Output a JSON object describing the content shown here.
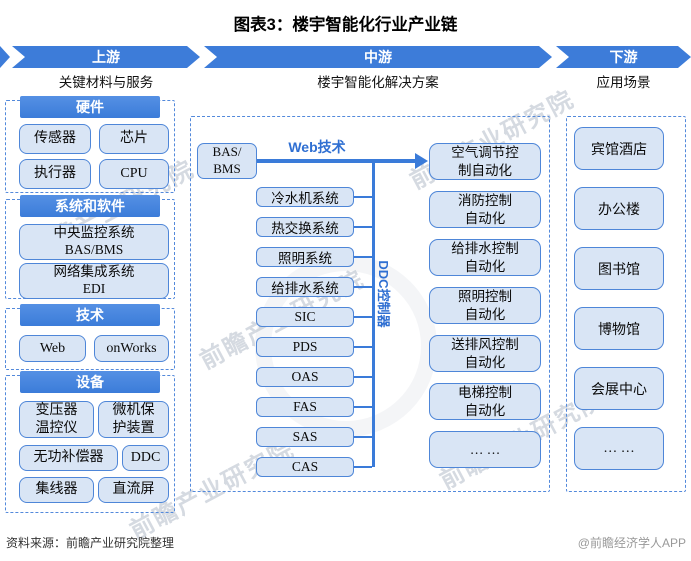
{
  "title": "图表3：楼宇智能化行业产业链",
  "banners": [
    {
      "label": "上游",
      "subtitle": "关键材料与服务"
    },
    {
      "label": "中游",
      "subtitle": "楼宇智能化解决方案"
    },
    {
      "label": "下游",
      "subtitle": "应用场景"
    }
  ],
  "upstream": {
    "sections": [
      {
        "header": "硬件",
        "items": [
          "传感器",
          "芯片",
          "执行器",
          "CPU"
        ]
      },
      {
        "header": "系统和软件",
        "items": [
          "中央监控系统\nBAS/BMS",
          "网络集成系统\nEDI"
        ]
      },
      {
        "header": "技术",
        "items": [
          "Web",
          "onWorks"
        ]
      },
      {
        "header": "设备",
        "items": [
          "变压器\n温控仪",
          "微机保\n护装置",
          "无功补偿器",
          "DDC",
          "集线器",
          "直流屏"
        ]
      }
    ]
  },
  "midstream": {
    "bas_label": "BAS/\nBMS",
    "web_tech_label": "Web技术",
    "ddc_controller_label": "DDC控制器",
    "systems": [
      "冷水机系统",
      "热交换系统",
      "照明系统",
      "给排水系统",
      "SIC",
      "PDS",
      "OAS",
      "FAS",
      "SAS",
      "CAS"
    ],
    "controls": [
      "空气调节控\n制自动化",
      "消防控制\n自动化",
      "给排水控制\n自动化",
      "照明控制\n自动化",
      "送排风控制\n自动化",
      "电梯控制\n自动化",
      "… …"
    ]
  },
  "downstream": {
    "scenes": [
      "宾馆酒店",
      "办公楼",
      "图书馆",
      "博物馆",
      "会展中心",
      "… …"
    ]
  },
  "footer": {
    "source": "资料来源：前瞻产业研究院整理",
    "credit": "@前瞻经济学人APP"
  },
  "watermark_text": "前瞻产业研究院",
  "colors": {
    "accent_blue": "#3D7CD9",
    "node_fill": "#D9E5F5",
    "node_border": "#4E86D8",
    "dashed_border": "#5389DB",
    "banner_text": "#FFFFFF",
    "muted_gray": "#999999"
  }
}
